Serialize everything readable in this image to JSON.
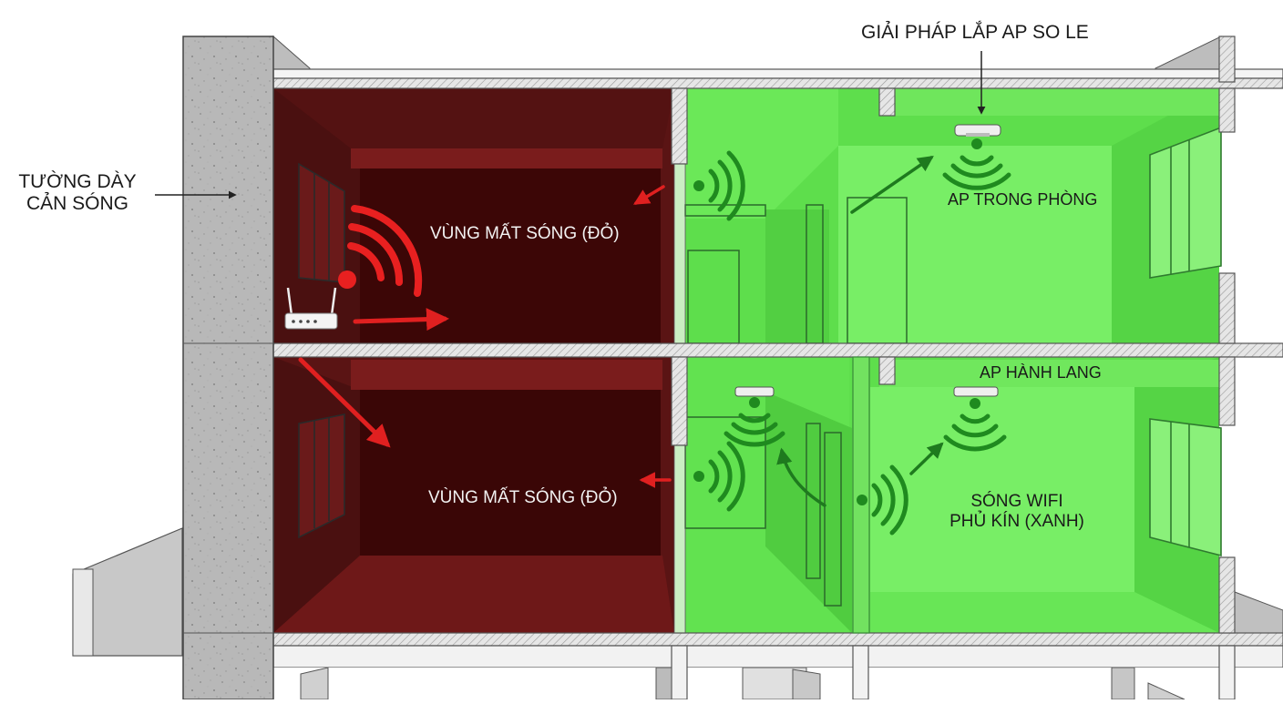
{
  "labels": {
    "thick_wall_line1": "TƯỜNG DÀY",
    "thick_wall_line2": "CẢN SÓNG",
    "staggered_ap_title": "GIẢI PHÁP LẮP AP SO LE",
    "dead_zone_upper": "VÙNG MẤT SÓNG (ĐỎ)",
    "dead_zone_lower": "VÙNG MẤT SÓNG (ĐỎ)",
    "ap_in_room": "AP TRONG PHÒNG",
    "ap_hallway": "AP HÀNH LANG",
    "coverage_line1": "SÓNG WIFI",
    "coverage_line2": "PHỦ KÍN (XANH)"
  },
  "colors": {
    "dead_zone": "#5a1414",
    "dead_zone_dark": "#3a0606",
    "coverage": "#62e552",
    "coverage_light": "#7df06a",
    "wifi_red": "#e82020",
    "wifi_green": "#1f8a1f",
    "concrete": "#b9b9b9",
    "slab": "#d4d4d4"
  },
  "icons": [
    "router-icon",
    "wifi-signal-icon",
    "access-point-icon",
    "arrow-icon",
    "window-icon",
    "door-icon"
  ]
}
